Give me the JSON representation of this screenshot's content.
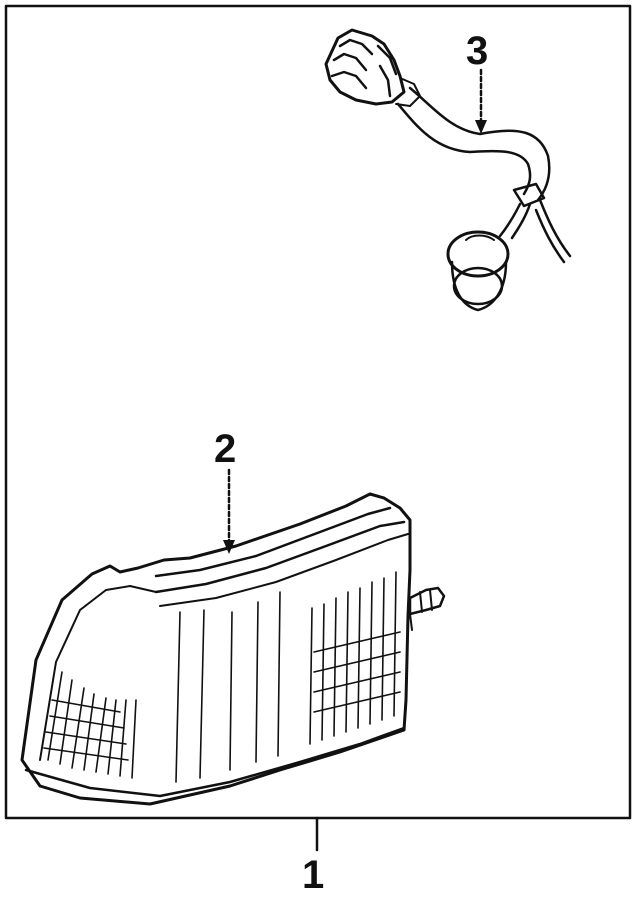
{
  "callouts": [
    {
      "id": "part-1",
      "label": "1"
    },
    {
      "id": "part-2",
      "label": "2"
    },
    {
      "id": "part-3",
      "label": "3"
    }
  ],
  "colors": {
    "ink": "#111111",
    "background": "#ffffff"
  }
}
